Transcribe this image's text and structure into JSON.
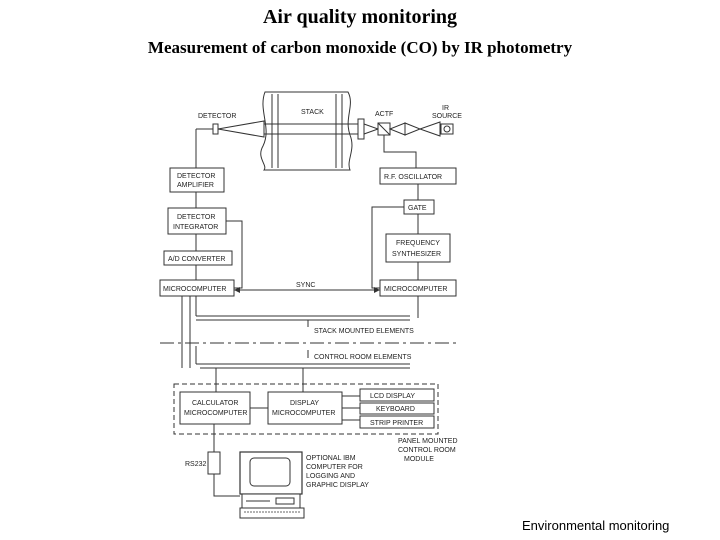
{
  "title": "Air quality monitoring",
  "subtitle": "Measurement of carbon monoxide (CO) by IR photometry",
  "footer": "Environmental monitoring",
  "diagram": {
    "detector": "DETECTOR",
    "stack": "STACK",
    "actf": "ACTF",
    "ir_source_1": "IR",
    "ir_source_2": "SOURCE",
    "detector_amplifier_1": "DETECTOR",
    "detector_amplifier_2": "AMPLIFIER",
    "rf_oscillator": "R.F. OSCILLATOR",
    "detector_integrator_1": "DETECTOR",
    "detector_integrator_2": "INTEGRATOR",
    "gate": "GATE",
    "frequency_synthesizer_1": "FREQUENCY",
    "frequency_synthesizer_2": "SYNTHESIZER",
    "ad_converter": "A/D CONVERTER",
    "microcomputer_left": "MICROCOMPUTER",
    "microcomputer_right": "MICROCOMPUTER",
    "sync": "SYNC",
    "stack_mounted": "STACK MOUNTED ELEMENTS",
    "control_room": "CONTROL ROOM ELEMENTS",
    "calculator_micro_1": "CALCULATOR",
    "calculator_micro_2": "MICROCOMPUTER",
    "display_micro_1": "DISPLAY",
    "display_micro_2": "MICROCOMPUTER",
    "lcd_display": "LCD DISPLAY",
    "keyboard": "KEYBOARD",
    "strip_printer": "STRIP PRINTER",
    "panel_mounted_1": "PANEL MOUNTED",
    "panel_mounted_2": "CONTROL ROOM",
    "panel_mounted_3": "MODULE",
    "rs232": "RS232",
    "optional_ibm_1": "OPTIONAL IBM",
    "optional_ibm_2": "COMPUTER FOR",
    "optional_ibm_3": "LOGGING AND",
    "optional_ibm_4": "GRAPHIC DISPLAY"
  }
}
